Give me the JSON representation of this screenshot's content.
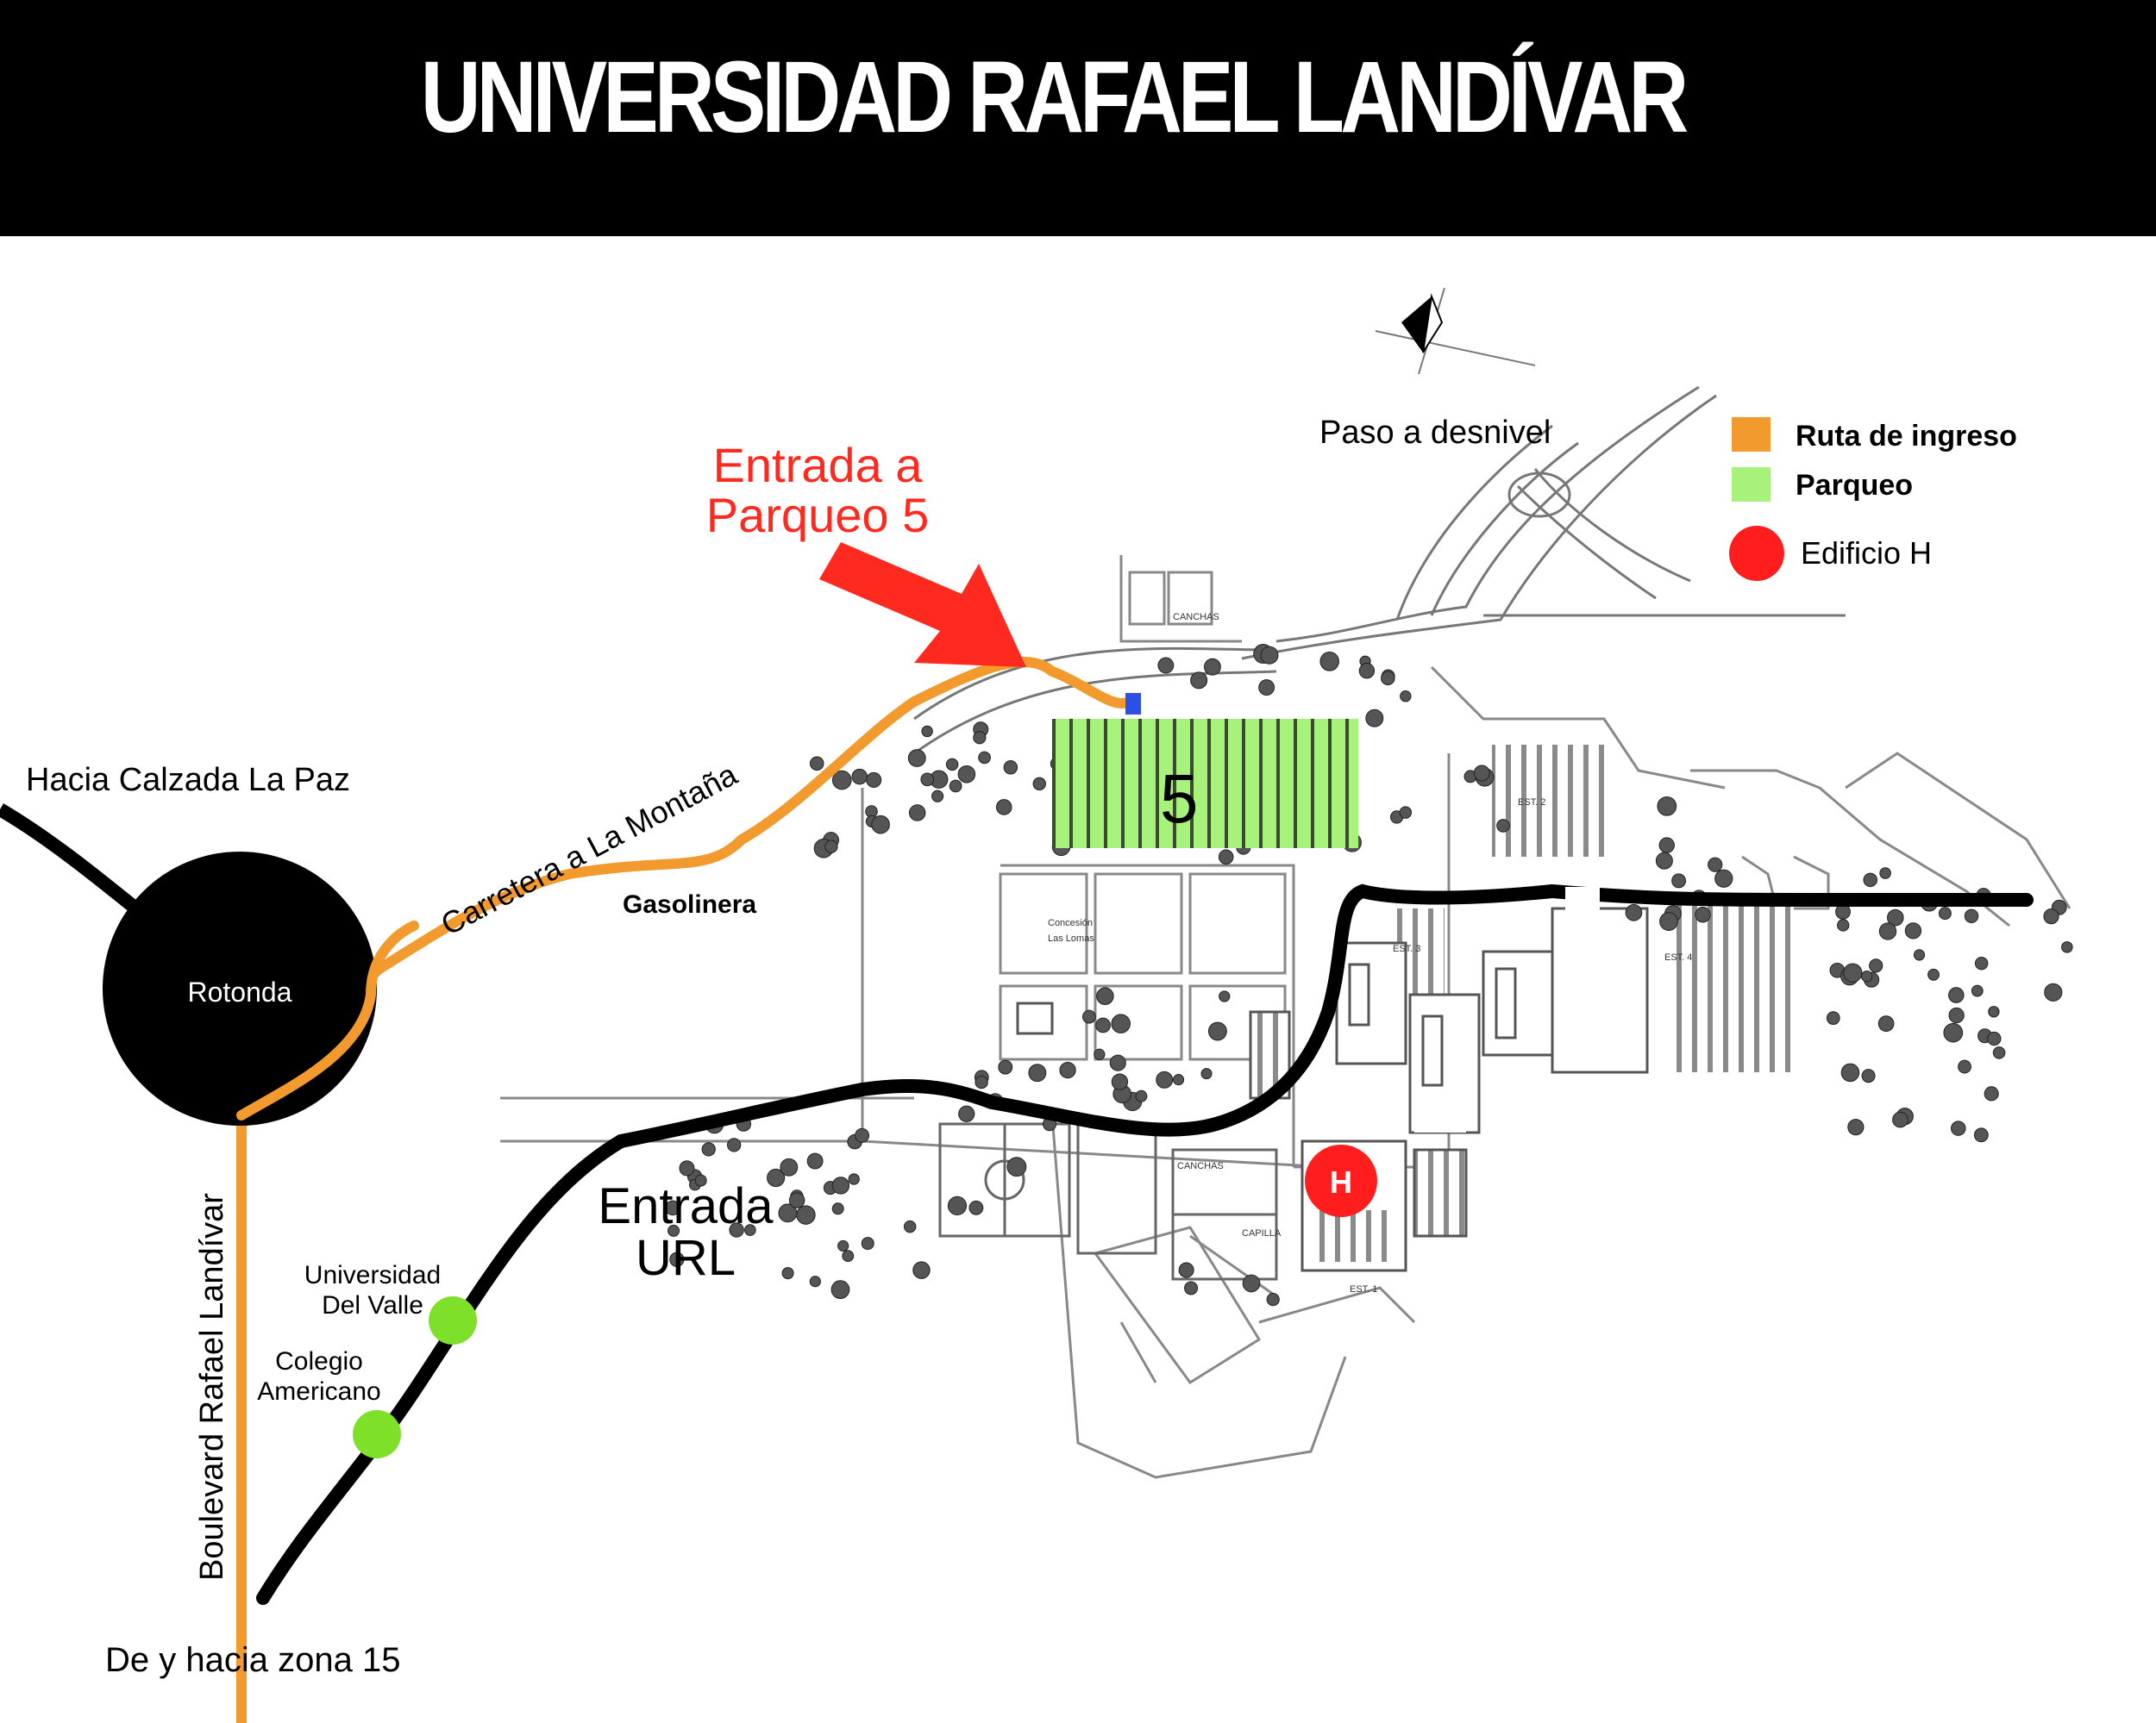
{
  "header": {
    "title": "UNIVERSIDAD RAFAEL LANDÍVAR"
  },
  "callout": {
    "line1": "Entrada a",
    "line2": "Parqueo 5"
  },
  "labels": {
    "overpass": "Paso a desnivel",
    "calzada": "Hacia Calzada La Paz",
    "rotonda": "Rotonda",
    "carretera": "Carretera a La Montaña",
    "gasolinera": "Gasolinera",
    "boulevard": "Boulevard Rafael Landívar",
    "zona15": "De y hacia zona 15",
    "entrada1": "Entrada",
    "entrada2": "URL",
    "uvg1": "Universidad",
    "uvg2": "Del Valle",
    "colegio1": "Colegio",
    "colegio2": "Americano",
    "parking_number": "5",
    "building_marker": "H",
    "canchas1": "CANCHAS",
    "canchas2": "CANCHAS",
    "concesion1": "Concesión",
    "concesion2": "Las Lomas",
    "est1": "EST. 1",
    "est2": "EST. 2",
    "est3": "EST. 3",
    "est4": "EST. 4",
    "capilla": "CAPILLA"
  },
  "legend": {
    "items": [
      {
        "label": "Ruta de ingreso",
        "color": "#f29a2e"
      },
      {
        "label": "Parqueo",
        "color": "#a6f27a"
      },
      {
        "label": "Edificio H",
        "color": "#ff1d1d"
      }
    ]
  },
  "colors": {
    "route": "#f29a2e",
    "main_road": "#000000",
    "parking": "#a6f27a",
    "marker": "#ff1d1d",
    "landmark": "#7fe02a",
    "callout": "#ff2a1f",
    "entry_point": "#2a50e8"
  }
}
